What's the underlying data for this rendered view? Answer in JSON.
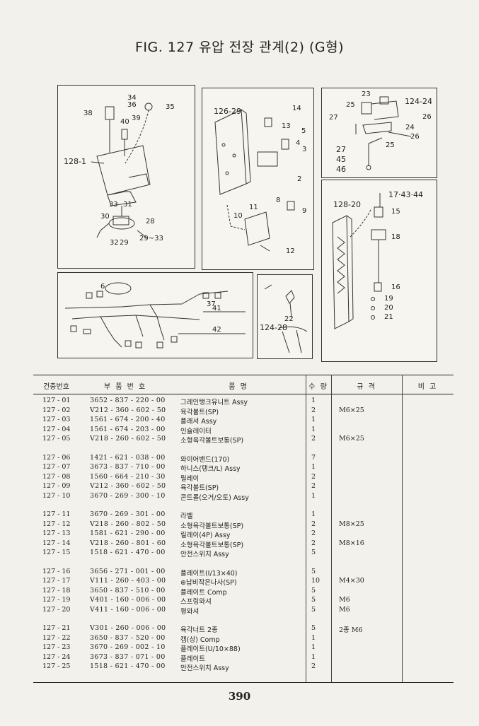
{
  "title": "FIG. 127 유압 전장 관계(2) (G형)",
  "diagram": {
    "callouts": {
      "p1": [
        "34",
        "36",
        "35",
        "38",
        "40",
        "39",
        "128-1",
        "33",
        "31",
        "30",
        "28",
        "32",
        "29",
        "29~33"
      ],
      "p2": [
        "126-29",
        "14",
        "13",
        "5",
        "4",
        "3",
        "2",
        "8",
        "11",
        "10",
        "9",
        "12"
      ],
      "p3": [
        "23",
        "25",
        "124-24",
        "27",
        "26",
        "24",
        "26",
        "27",
        "45",
        "46",
        "25"
      ],
      "p4": [
        "17·43·44",
        "128-20",
        "15",
        "18",
        "16",
        "19",
        "20",
        "21"
      ],
      "p5": [
        "6",
        "37",
        "41",
        "42"
      ],
      "p6": [
        "22",
        "124-28"
      ]
    }
  },
  "table": {
    "headers": [
      "건충번호",
      "부 품 번 호",
      "품 명",
      "수 량",
      "규 격",
      "비 고"
    ],
    "groups": [
      [
        {
          "no": "127 - 01",
          "part": "3652 - 837 - 220 - 00",
          "name": "그레인탱크유니트 Assy",
          "qty": "1",
          "spec": ""
        },
        {
          "no": "127 - 02",
          "part": "V212 - 360 - 602 - 50",
          "name": "육각볼트(SP)",
          "qty": "2",
          "spec": "M6×25"
        },
        {
          "no": "127 - 03",
          "part": "1561 - 674 - 200 - 40",
          "name": "플래셔 Assy",
          "qty": "1",
          "spec": ""
        },
        {
          "no": "127 - 04",
          "part": "1561 - 674 - 203 - 00",
          "name": "인슐레이터",
          "qty": "1",
          "spec": ""
        },
        {
          "no": "127 - 05",
          "part": "V218 - 260 - 602 - 50",
          "name": "소형육각볼트보통(SP)",
          "qty": "2",
          "spec": "M6×25"
        }
      ],
      [
        {
          "no": "127 - 06",
          "part": "1421 - 621 - 038 - 00",
          "name": "와이어밴드(170)",
          "qty": "7",
          "spec": ""
        },
        {
          "no": "127 - 07",
          "part": "3673 - 837 - 710 - 00",
          "name": "하니스(탱크/L) Assy",
          "qty": "1",
          "spec": ""
        },
        {
          "no": "127 - 08",
          "part": "1560 - 664 - 210 - 30",
          "name": "릴레이",
          "qty": "2",
          "spec": ""
        },
        {
          "no": "127 - 09",
          "part": "V212 - 360 - 602 - 50",
          "name": "육각볼트(SP)",
          "qty": "2",
          "spec": ""
        },
        {
          "no": "127 - 10",
          "part": "3670 - 269 - 300 - 10",
          "name": "콘트롤(오거/오토) Assy",
          "qty": "1",
          "spec": ""
        }
      ],
      [
        {
          "no": "127 - 11",
          "part": "3670 - 269 - 301 - 00",
          "name": "라벨",
          "qty": "1",
          "spec": ""
        },
        {
          "no": "127 - 12",
          "part": "V218 - 260 - 802 - 50",
          "name": "소형육각볼트보통(SP)",
          "qty": "2",
          "spec": "M8×25"
        },
        {
          "no": "127 - 13",
          "part": "1581 - 621 - 290 - 00",
          "name": "릴레이(4P) Assy",
          "qty": "2",
          "spec": ""
        },
        {
          "no": "127 - 14",
          "part": "V218 - 260 - 801 - 60",
          "name": "소형육각볼트보통(SP)",
          "qty": "2",
          "spec": "M8×16"
        },
        {
          "no": "127 - 15",
          "part": "1518 - 621 - 470 - 00",
          "name": "안전스위치 Assy",
          "qty": "5",
          "spec": ""
        }
      ],
      [
        {
          "no": "127 - 16",
          "part": "3656 - 271 - 001 - 00",
          "name": "플레이트(I/13×40)",
          "qty": "5",
          "spec": ""
        },
        {
          "no": "127 - 17",
          "part": "V111 - 260 - 403 - 00",
          "name": "⊕납비작은나사(SP)",
          "qty": "10",
          "spec": "M4×30"
        },
        {
          "no": "127 - 18",
          "part": "3650 - 837 - 510 - 00",
          "name": "플레이트 Comp",
          "qty": "5",
          "spec": ""
        },
        {
          "no": "127 - 19",
          "part": "V401 - 160 - 006 - 00",
          "name": "스프링와셔",
          "qty": "5",
          "spec": "M6"
        },
        {
          "no": "127 - 20",
          "part": "V411 - 160 - 006 - 00",
          "name": "평와셔",
          "qty": "5",
          "spec": "M6"
        }
      ],
      [
        {
          "no": "127 - 21",
          "part": "V301 - 260 - 006 - 00",
          "name": "육각너트 2종",
          "qty": "5",
          "spec": "2종 M6"
        },
        {
          "no": "127 - 22",
          "part": "3650 - 837 - 520 - 00",
          "name": "캡(상) Comp",
          "qty": "1",
          "spec": ""
        },
        {
          "no": "127 - 23",
          "part": "3670 - 269 - 002 - 10",
          "name": "플레이트(U/10×88)",
          "qty": "1",
          "spec": ""
        },
        {
          "no": "127 - 24",
          "part": "3673 - 837 - 071 - 00",
          "name": "플레이트",
          "qty": "1",
          "spec": ""
        },
        {
          "no": "127 - 25",
          "part": "1518 - 621 - 470 - 00",
          "name": "안전스위치 Assy",
          "qty": "2",
          "spec": ""
        }
      ]
    ]
  },
  "page_number": "390"
}
